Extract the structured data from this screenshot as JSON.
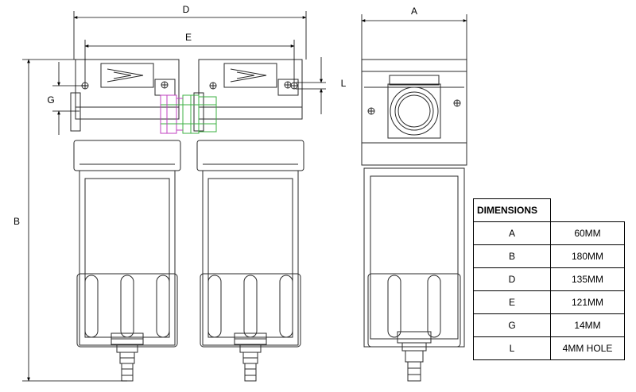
{
  "labels": {
    "A": "A",
    "B": "B",
    "D": "D",
    "E": "E",
    "G": "G",
    "L": "L"
  },
  "table": {
    "header": "DIMENSIONS",
    "rows": [
      {
        "key": "A",
        "value": "60MM"
      },
      {
        "key": "B",
        "value": "180MM"
      },
      {
        "key": "D",
        "value": "135MM"
      },
      {
        "key": "E",
        "value": "121MM"
      },
      {
        "key": "G",
        "value": "14MM"
      },
      {
        "key": "L",
        "value": "4MM HOLE"
      }
    ]
  },
  "colors": {
    "line": "#2a2a2a",
    "fitting_green": "#3cb043",
    "fitting_magenta": "#c040c0"
  }
}
